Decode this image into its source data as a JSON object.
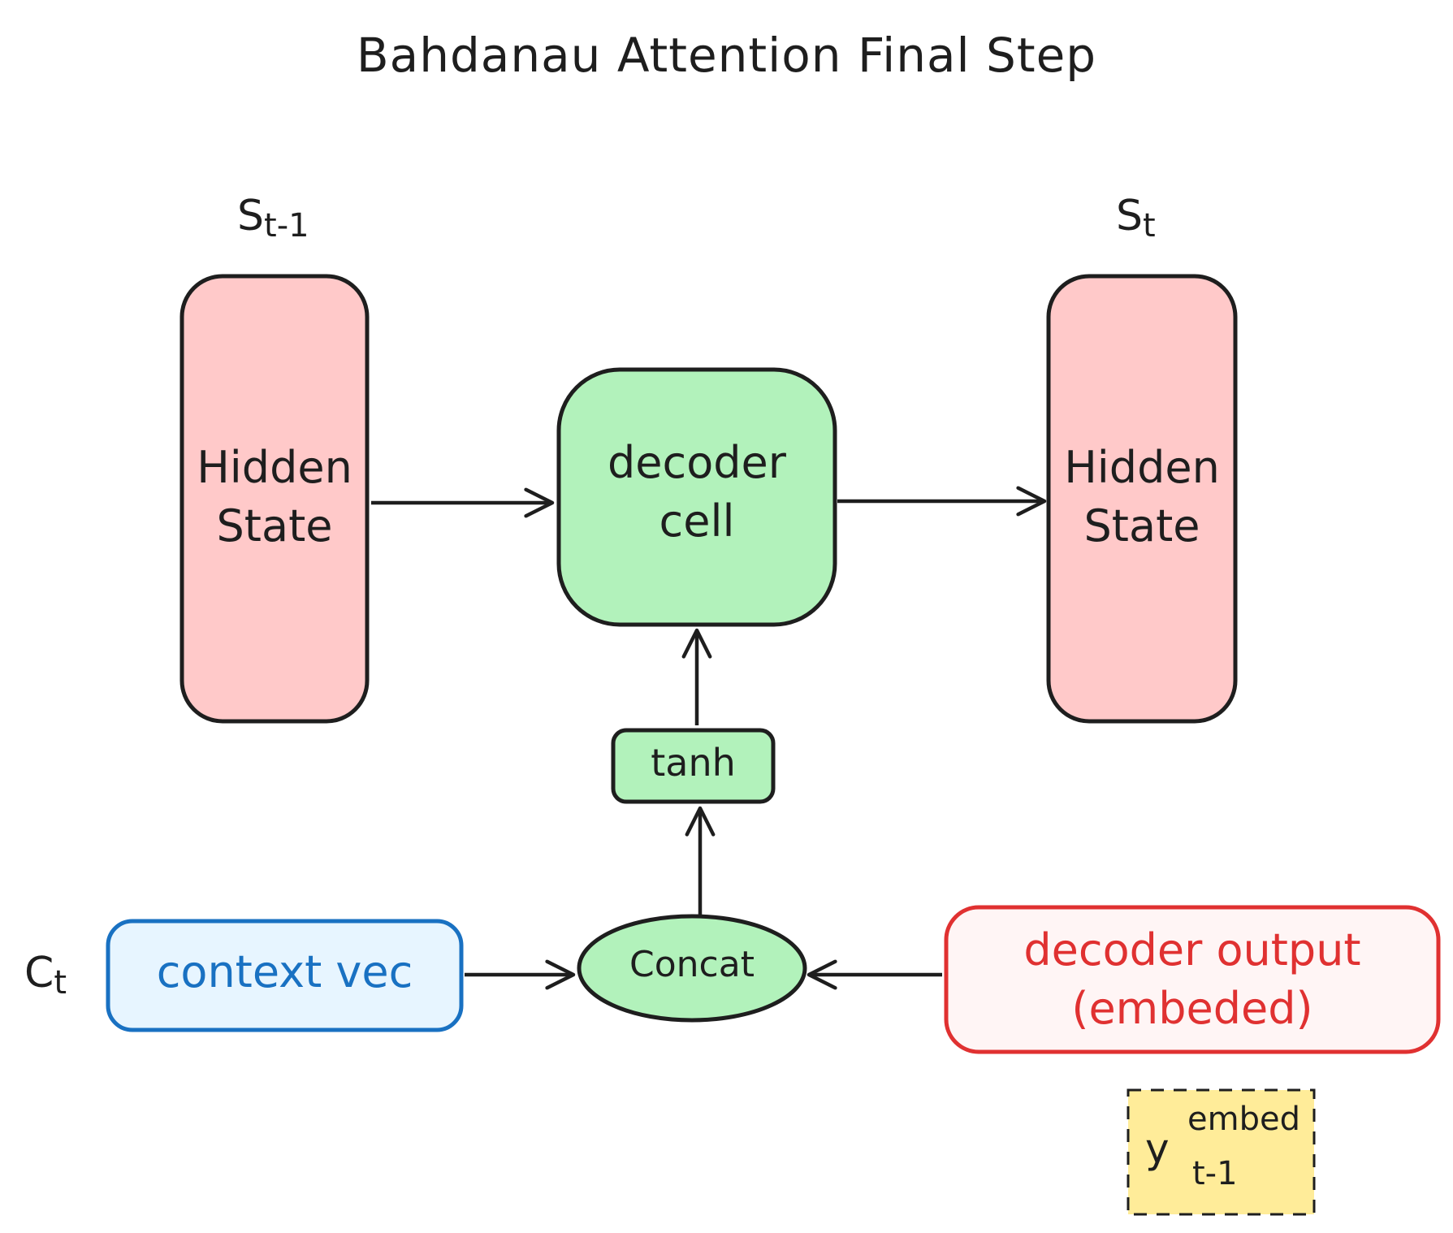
{
  "title": "Bahdanau Attention Final Step",
  "prev_state": {
    "symbol": "S",
    "subscript": "t-1",
    "label_line1": "Hidden",
    "label_line2": "State"
  },
  "next_state": {
    "symbol": "S",
    "subscript": "t",
    "label_line1": "Hidden",
    "label_line2": "State"
  },
  "decoder_cell": {
    "line1": "decoder",
    "line2": "cell"
  },
  "activation": {
    "label": "tanh"
  },
  "concat": {
    "label": "Concat"
  },
  "context": {
    "symbol": "C",
    "subscript": "t",
    "label": "context vec"
  },
  "decoder_output": {
    "line1": "decoder output",
    "line2": "(embeded)"
  },
  "note": {
    "symbol": "y",
    "superscript": "embed",
    "subscript": "t-1"
  },
  "colors": {
    "stroke": "#1e1e1e",
    "hidden_fill": "#ffc9c9",
    "green_fill": "#b2f2bb",
    "context_fill": "#e7f5ff",
    "context_stroke": "#1971c2",
    "output_fill": "#fff5f5",
    "output_stroke": "#e03131",
    "note_fill": "#ffec99"
  }
}
